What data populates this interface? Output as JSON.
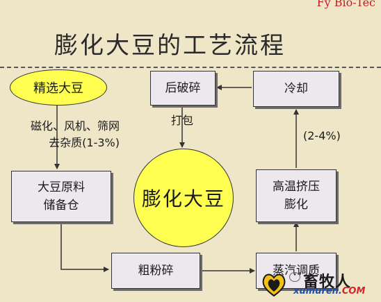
{
  "watermark_top": "Fy Bio-Tec",
  "title": "膨化大豆的工艺流程",
  "nodes": {
    "select": "精选大豆",
    "raw_store_line1": "大豆原料",
    "raw_store_line2": "储备仓",
    "coarse_grind": "粗粉碎",
    "steam_cond": "蒸汽调质",
    "hightemp_line1": "高温挤压",
    "hightemp_line2": "膨化",
    "cool": "冷却",
    "post_crush": "后破碎",
    "center": "膨化大豆"
  },
  "labels": {
    "impurity_line1": "磁化、风机、筛网",
    "impurity_line2": "去杂质(1-3%)",
    "packing": "打包",
    "moisture": "(2-4%)"
  },
  "logo": {
    "brand": "畜牧人",
    "site_main": "xumuren.",
    "site_domain": "COM"
  },
  "colors": {
    "background": "#efe6c8",
    "ellipse_fill": "#ffff52",
    "box_fill": "#ece8ee"
  }
}
